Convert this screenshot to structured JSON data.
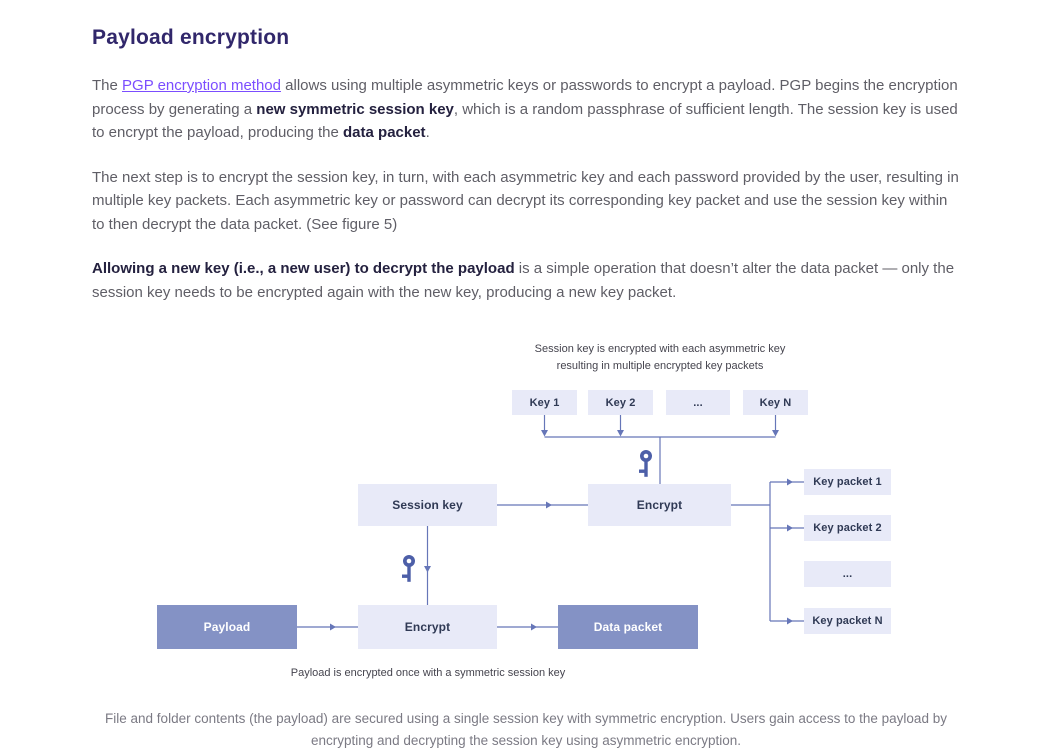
{
  "page": {
    "title": "Payload encryption"
  },
  "paragraph1": {
    "t1": "The ",
    "link": "PGP encryption method",
    "t2": " allows using multiple asymmetric keys or passwords to encrypt a payload. PGP begins the encryption process by generating a ",
    "b1": "new symmetric session key",
    "t3": ", which is a random passphrase of sufficient length. The session key is used to encrypt the payload, producing the ",
    "b2": "data packet",
    "t4": "."
  },
  "paragraph2": {
    "text": "The next step is to encrypt the session key, in turn, with each asymmetric key and each password provided by the user, resulting in multiple key packets. Each asymmetric key or password can decrypt its corresponding key packet and use the session key within to then decrypt the data packet. (See figure 5)"
  },
  "paragraph3": {
    "b1": "Allowing a new key (i.e., a new user) to decrypt the payload",
    "t1": " is a simple operation that doesn’t alter the data packet — only the session key needs to be encrypted again with the new key, producing a new key packet."
  },
  "diagram": {
    "top_caption_line1": "Session key is encrypted with each asymmetric key",
    "top_caption_line2": "resulting in multiple encrypted key packets",
    "keys": {
      "0": "Key 1",
      "1": "Key 2",
      "2": "...",
      "3": "Key N"
    },
    "session_key": "Session key",
    "encrypt_top": "Encrypt",
    "payload": "Payload",
    "encrypt_bottom": "Encrypt",
    "data_packet": "Data packet",
    "packets": {
      "0": "Key packet 1",
      "1": "Key packet 2",
      "2": "...",
      "3": "Key packet N"
    },
    "bottom_caption": "Payload is encrypted once with a symmetric session key"
  },
  "figure_caption": "File and folder contents (the payload) are secured using a single session key with symmetric encryption. Users gain access to the payload by encrypting and decrypting the session key using asymmetric encryption.",
  "colors": {
    "heading": "#31276b",
    "body_text": "#5f5e66",
    "bold_text": "#24213f",
    "link": "#7b4dff",
    "box_light": "#e8eaf8",
    "box_dark": "#8492c5",
    "box_text": "#303a55",
    "line": "#6676b8",
    "key_icon": "#4d5fa8",
    "diagram_caption": "#45444e",
    "figure_caption": "#7b7a84"
  }
}
